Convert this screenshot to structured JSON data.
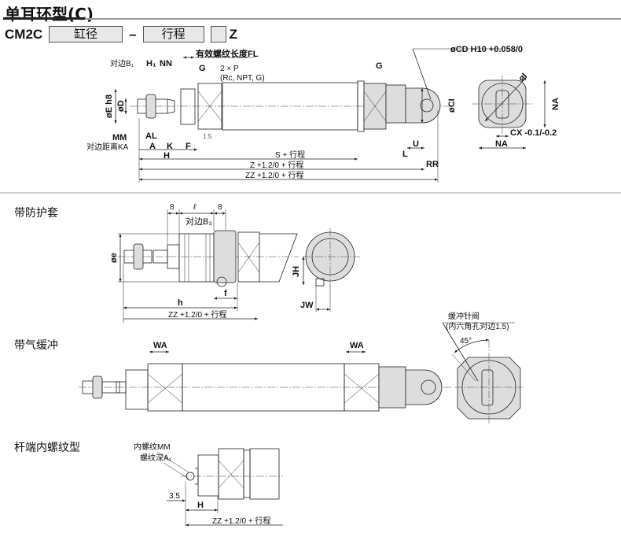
{
  "header": {
    "title": "单耳环型(C)"
  },
  "model": {
    "prefix": "CM2C",
    "bore_box": "缸径",
    "dash": "–",
    "stroke_box": "行程",
    "blank_box": "",
    "suffix": "Z"
  },
  "main_view": {
    "fl_label": "有效螺纹长度FL",
    "b1": "对边B₁",
    "h1": "H₁",
    "nn": "NN",
    "g": "G",
    "g_right": "G",
    "port": "2 × P",
    "port_types": "(Rc, NPT, G)",
    "e": "øE h8",
    "d": "øD",
    "mm": "MM",
    "ka": "对边距离KA",
    "al": "AL",
    "a": "A",
    "k": "K",
    "h": "H",
    "f": "F",
    "gap": "1.5",
    "s": "S + 行程",
    "z": "Z +1.2/0 + 行程",
    "zz": "ZZ +1.2/0 + 行程",
    "cd": "øCD H10 +0.058/0",
    "ci": "øCI",
    "l": "L",
    "u": "U",
    "rr": "RR",
    "i": "øI",
    "na_v": "NA",
    "na_h": "NA",
    "cx": "CX -0.1/-0.2"
  },
  "boot_section": {
    "title": "带防护套",
    "dim8a": "8",
    "dim_l": "ℓ",
    "dim8b": "8",
    "b3": "对边B₃",
    "e": "øe",
    "f": "f",
    "h": "h",
    "zz": "ZZ +1.2/0 + 行程",
    "jh": "JH",
    "jw": "JW"
  },
  "cushion_section": {
    "title": "带气缓冲",
    "wa_left": "WA",
    "wa_right": "WA",
    "needle_valve": "缓冲针阀",
    "needle_note": "(内六角孔对边1.5)",
    "angle": "45°"
  },
  "female_section": {
    "title": "杆端内螺纹型",
    "mm": "内螺纹MM",
    "a1": "螺纹深A₁",
    "dim35": "3.5",
    "h": "H",
    "zz": "ZZ +1.2/0 + 行程"
  }
}
